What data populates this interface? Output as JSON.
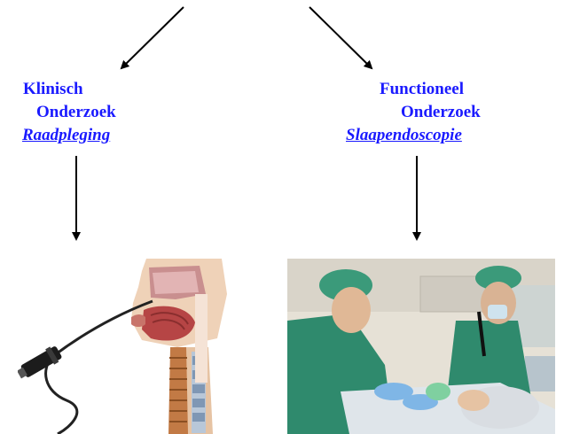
{
  "colors": {
    "heading": "#1a1aff",
    "link": "#1a1aff",
    "arrow": "#000000"
  },
  "left": {
    "title_line1": "Klinisch",
    "title_line2": "Onderzoek",
    "link": "Raadpleging ",
    "image_icon": "anatomy-endoscope-illustration"
  },
  "right": {
    "title_line1": "Functioneel",
    "title_line2": "Onderzoek",
    "link": "Slaapendoscopie",
    "image_icon": "sleep-endoscopy-photo"
  }
}
